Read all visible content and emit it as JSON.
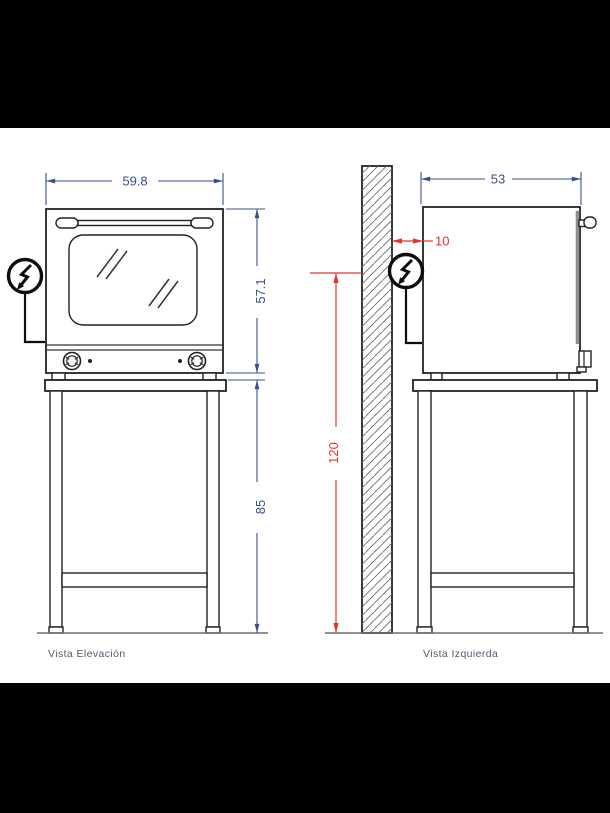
{
  "page": {
    "background_color": "#000000",
    "paper_color": "#ffffff"
  },
  "colors": {
    "drawing_line": "#222222",
    "dimension_blue": "#3d4e8e",
    "dimension_red": "#e8322a",
    "caption_gray": "#525b6b",
    "floor_gray": "#6e6e6e"
  },
  "elevation_view": {
    "caption": "Vista Elevación",
    "dim_width": "59.8",
    "dim_oven_height": "57.1",
    "dim_stand_height": "85"
  },
  "left_view": {
    "caption": "Vista Izquierda",
    "dim_depth": "53",
    "dim_wall_clearance": "10",
    "dim_outlet_height": "120"
  },
  "icons": {
    "electrical_connection": "circle with lightning-bolt arrow"
  }
}
